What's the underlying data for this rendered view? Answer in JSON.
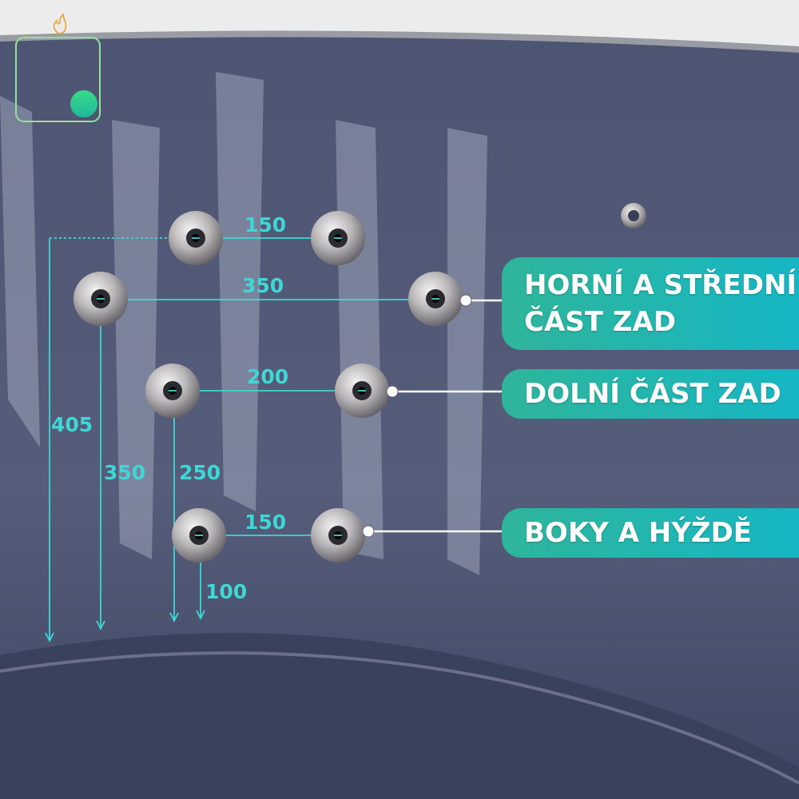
{
  "labels": {
    "upper_back": [
      "HORNÍ A STŘEDNÍ",
      "ČÁST ZAD"
    ],
    "lower_back": "DOLNÍ ČÁST ZAD",
    "hips": "BOKY A HÝŽDĚ"
  },
  "dimensions": {
    "top_row": "150",
    "upper_back_row": "350",
    "lower_back_row": "200",
    "hips_row": "150",
    "total_height": "405",
    "upper_height": "350",
    "lower_height": "250",
    "hips_height": "100"
  },
  "colors": {
    "accent": "#3fd6d6",
    "banner": "#1fb6b0",
    "logo_frame": "#8fe39a",
    "logo_dot": "#2ecf8a",
    "flame": "#f0a030"
  }
}
